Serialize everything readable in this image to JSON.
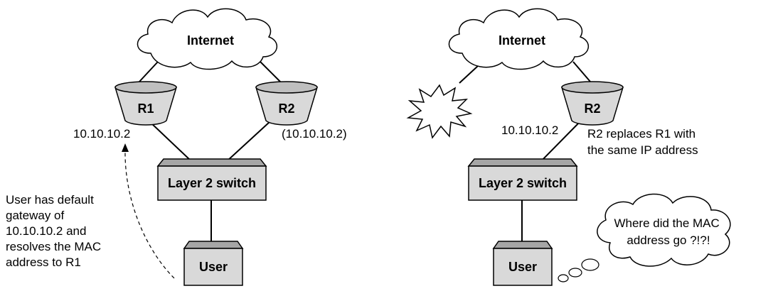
{
  "left": {
    "cloud_label": "Internet",
    "router1_label": "R1",
    "router2_label": "R2",
    "router1_ip": "10.10.10.2",
    "router2_ip": "(10.10.10.2)",
    "switch_label": "Layer 2 switch",
    "user_label": "User",
    "note_lines": [
      "User has default",
      "gateway of",
      "10.10.10.2 and",
      "resolves the MAC",
      "address to R1"
    ]
  },
  "right": {
    "cloud_label": "Internet",
    "router2_label": "R2",
    "router_ip": "10.10.10.2",
    "replace_note_lines": [
      "R2 replaces R1 with",
      "the same IP address"
    ],
    "switch_label": "Layer 2 switch",
    "user_label": "User",
    "thought_lines": [
      "Where did the MAC",
      "address go ?!?!"
    ]
  },
  "colors": {
    "fill": "#d9d9d9",
    "stroke": "#000000"
  }
}
